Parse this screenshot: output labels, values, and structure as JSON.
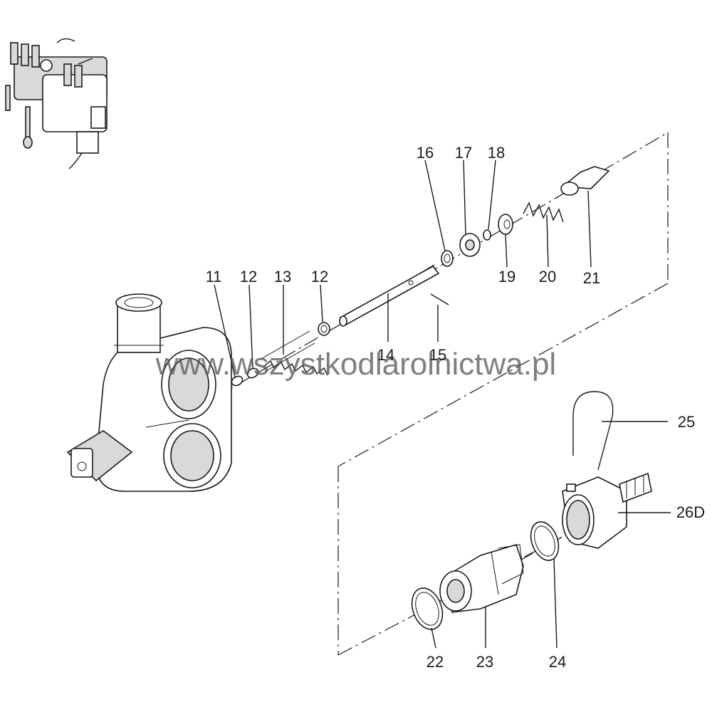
{
  "watermark": "www.wszystkodlarolnictwa.pl",
  "parts": [
    {
      "id": "p11",
      "label": "11"
    },
    {
      "id": "p12a",
      "label": "12"
    },
    {
      "id": "p13",
      "label": "13"
    },
    {
      "id": "p12b",
      "label": "12"
    },
    {
      "id": "p14",
      "label": "14"
    },
    {
      "id": "p15",
      "label": "15"
    },
    {
      "id": "p16",
      "label": "16"
    },
    {
      "id": "p17",
      "label": "17"
    },
    {
      "id": "p18",
      "label": "18"
    },
    {
      "id": "p19",
      "label": "19"
    },
    {
      "id": "p20",
      "label": "20"
    },
    {
      "id": "p21",
      "label": "21"
    },
    {
      "id": "p22",
      "label": "22"
    },
    {
      "id": "p23",
      "label": "23"
    },
    {
      "id": "p24",
      "label": "24"
    },
    {
      "id": "p25",
      "label": "25"
    },
    {
      "id": "p26",
      "label": "26D"
    }
  ]
}
